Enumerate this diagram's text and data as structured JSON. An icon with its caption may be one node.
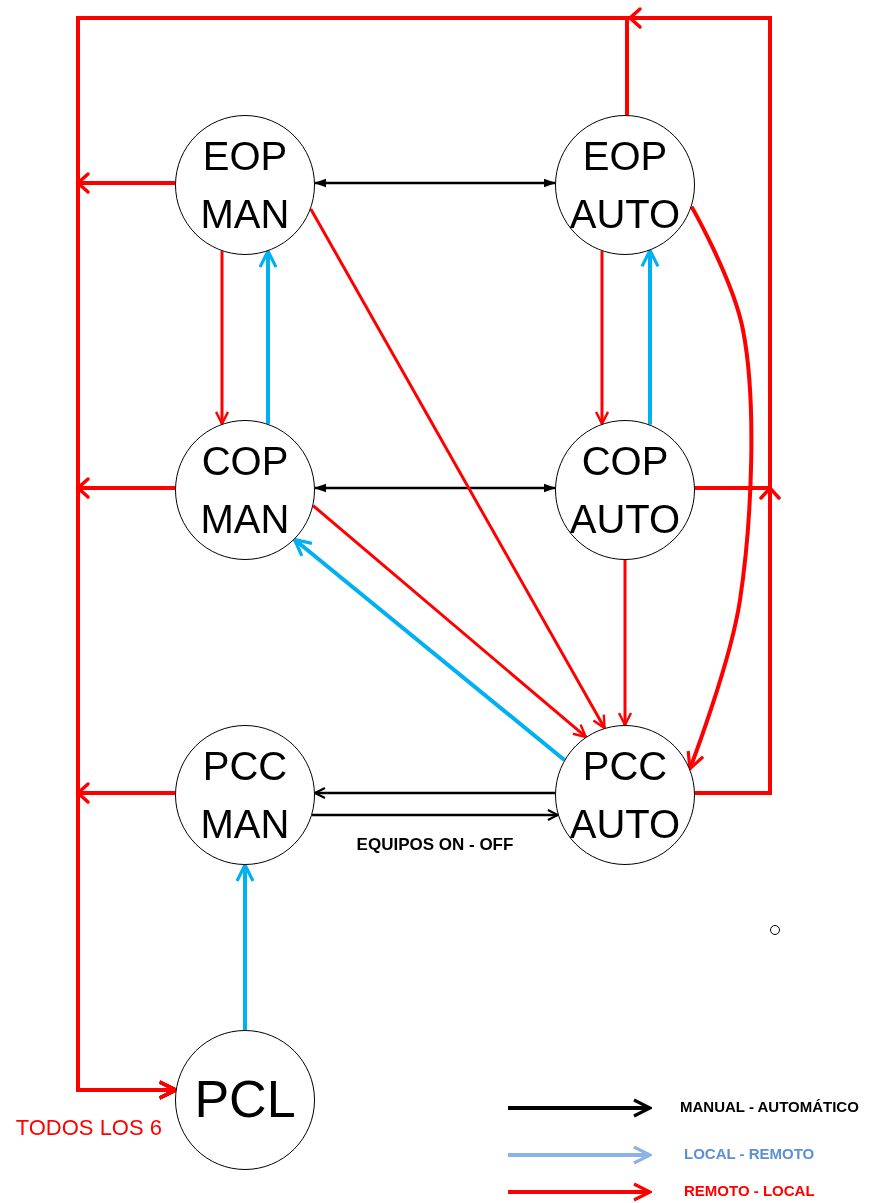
{
  "diagram": {
    "nodes": [
      {
        "text": [
          "EOP MAN"
        ]
      },
      {
        "text": [
          "EOP AUTO"
        ]
      },
      {
        "text": [
          "COP MAN"
        ]
      },
      {
        "text": [
          "COP AUTO"
        ]
      },
      {
        "text": [
          "PCC MAN"
        ]
      },
      {
        "text": [
          "PCC AUTO"
        ]
      },
      {
        "text": [
          "PCL"
        ],
        "beside": [
          "TODOS LOS 6"
        ]
      },
      {
        "text": [],
        "shape": "circle"
      }
    ],
    "edges": [
      {
        "from": 0,
        "to": 1,
        "arrow": "both",
        "color": "#000000"
      },
      {
        "from": 0,
        "to": 2,
        "arrow": "to"
      },
      {
        "from": 2,
        "to": 0,
        "arrow": "to",
        "color": "#00b0f0"
      },
      {
        "from": 1,
        "to": 3,
        "arrow": "to"
      },
      {
        "from": 3,
        "to": 1,
        "arrow": "to",
        "color": "#00b0f0"
      },
      {
        "from": 2,
        "to": 3,
        "arrow": "both",
        "color": "#000000"
      },
      {
        "from": 0,
        "to": 5,
        "arrow": "to"
      },
      {
        "from": 2,
        "to": 5,
        "arrow": "to"
      },
      {
        "from": 5,
        "to": 2,
        "arrow": "to",
        "color": "#00b0f0"
      },
      {
        "from": 3,
        "to": 5,
        "arrow": "to"
      },
      {
        "from": 1,
        "to": 5,
        "arrow": "to"
      },
      {
        "from": 5,
        "to": 4,
        "arrow": "to",
        "color": "#000000"
      },
      {
        "from": 4,
        "to": 5,
        "arrow": "to",
        "color": "#000000",
        "label": "EQUIPOS ON - OFF"
      },
      {
        "from": 6,
        "to": 4,
        "arrow": "to",
        "color": "#00b0f0"
      },
      {
        "from": 0,
        "to": 6,
        "arrow": "to"
      },
      {
        "from": 2,
        "to": 6,
        "arrow": "to"
      },
      {
        "from": 4,
        "to": 6,
        "arrow": "to"
      },
      {
        "from": 1,
        "to": 6,
        "arrow": "to"
      },
      {
        "from": 3,
        "to": 6,
        "arrow": "to"
      },
      {
        "from": 5,
        "to": 6,
        "arrow": "to"
      }
    ],
    "legend": [
      {
        "text": "MANUAL - AUTOMÁTICO"
      },
      {
        "text": "LOCAL - REMOTO"
      },
      {
        "text": "REMOTO - LOCAL"
      }
    ]
  }
}
